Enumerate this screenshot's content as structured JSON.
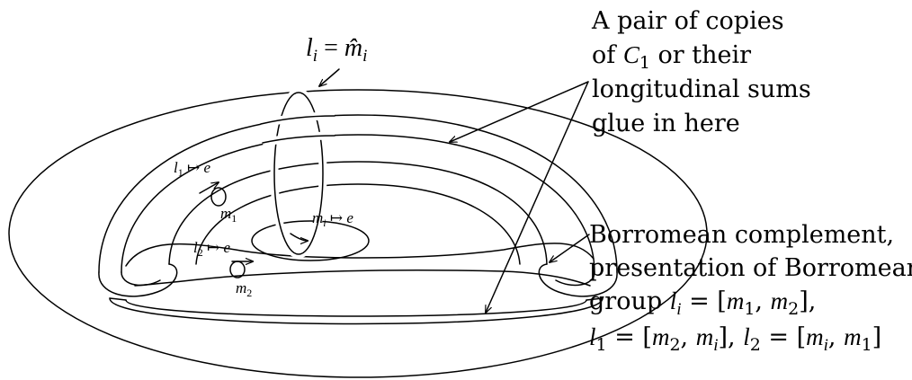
{
  "labels": {
    "top": {
      "l": "l",
      "i": "i",
      "eq": " = ",
      "m": "m̂",
      "mi": "i"
    },
    "l1": {
      "l": "l",
      "sub": "1",
      "rest": " ↦ ",
      "e": "e"
    },
    "m1": {
      "m": "m",
      "sub": "1"
    },
    "l2": {
      "l": "l",
      "sub": "2",
      "rest": " ↦ ",
      "e": "e"
    },
    "m2": {
      "m": "m",
      "sub": "2"
    },
    "mi": {
      "m": "m",
      "sub": "i",
      "rest": " ↦ ",
      "e": "e"
    }
  },
  "caption_top": {
    "line1": "A pair of copies",
    "line2_a": "of ",
    "line2_c": "C",
    "line2_sub": "1",
    "line2_b": " or their",
    "line3": "longitudinal sums",
    "line4": "glue in here"
  },
  "caption_bottom": {
    "line1": "Borromean complement,",
    "line2": "presentation of Borromean",
    "line3_a": "group ",
    "line3_l": "l",
    "line3_li": "i",
    "line3_eq": " = [",
    "line3_m1": "m",
    "line3_m1s": "1",
    "line3_c": ", ",
    "line3_m2": "m",
    "line3_m2s": "2",
    "line3_end": "],",
    "line4_l1": "l",
    "line4_l1s": "1",
    "line4_eq1": " = [",
    "line4_m2": "m",
    "line4_m2s": "2",
    "line4_c1": ", ",
    "line4_mi": "m",
    "line4_mis": "i",
    "line4_e1": "], ",
    "line4_l2": "l",
    "line4_l2s": "2",
    "line4_eq2": " = [",
    "line4_mi2": "m",
    "line4_mi2s": "i",
    "line4_c2": ", ",
    "line4_m1": "m",
    "line4_m1s": "1",
    "line4_e2": "]"
  }
}
